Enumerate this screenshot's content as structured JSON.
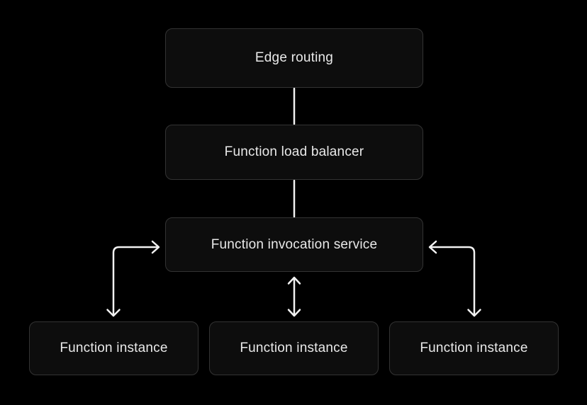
{
  "diagram": {
    "nodes": {
      "edge_routing": {
        "label": "Edge routing"
      },
      "function_load_balancer": {
        "label": "Function load balancer"
      },
      "function_invocation_service": {
        "label": "Function invocation service"
      },
      "function_instance_1": {
        "label": "Function instance"
      },
      "function_instance_2": {
        "label": "Function instance"
      },
      "function_instance_3": {
        "label": "Function instance"
      }
    },
    "colors": {
      "background": "#000000",
      "node_fill": "#0d0d0d",
      "node_border": "#333333",
      "text": "#e9e9e9",
      "connector": "#f2f2f2"
    }
  }
}
